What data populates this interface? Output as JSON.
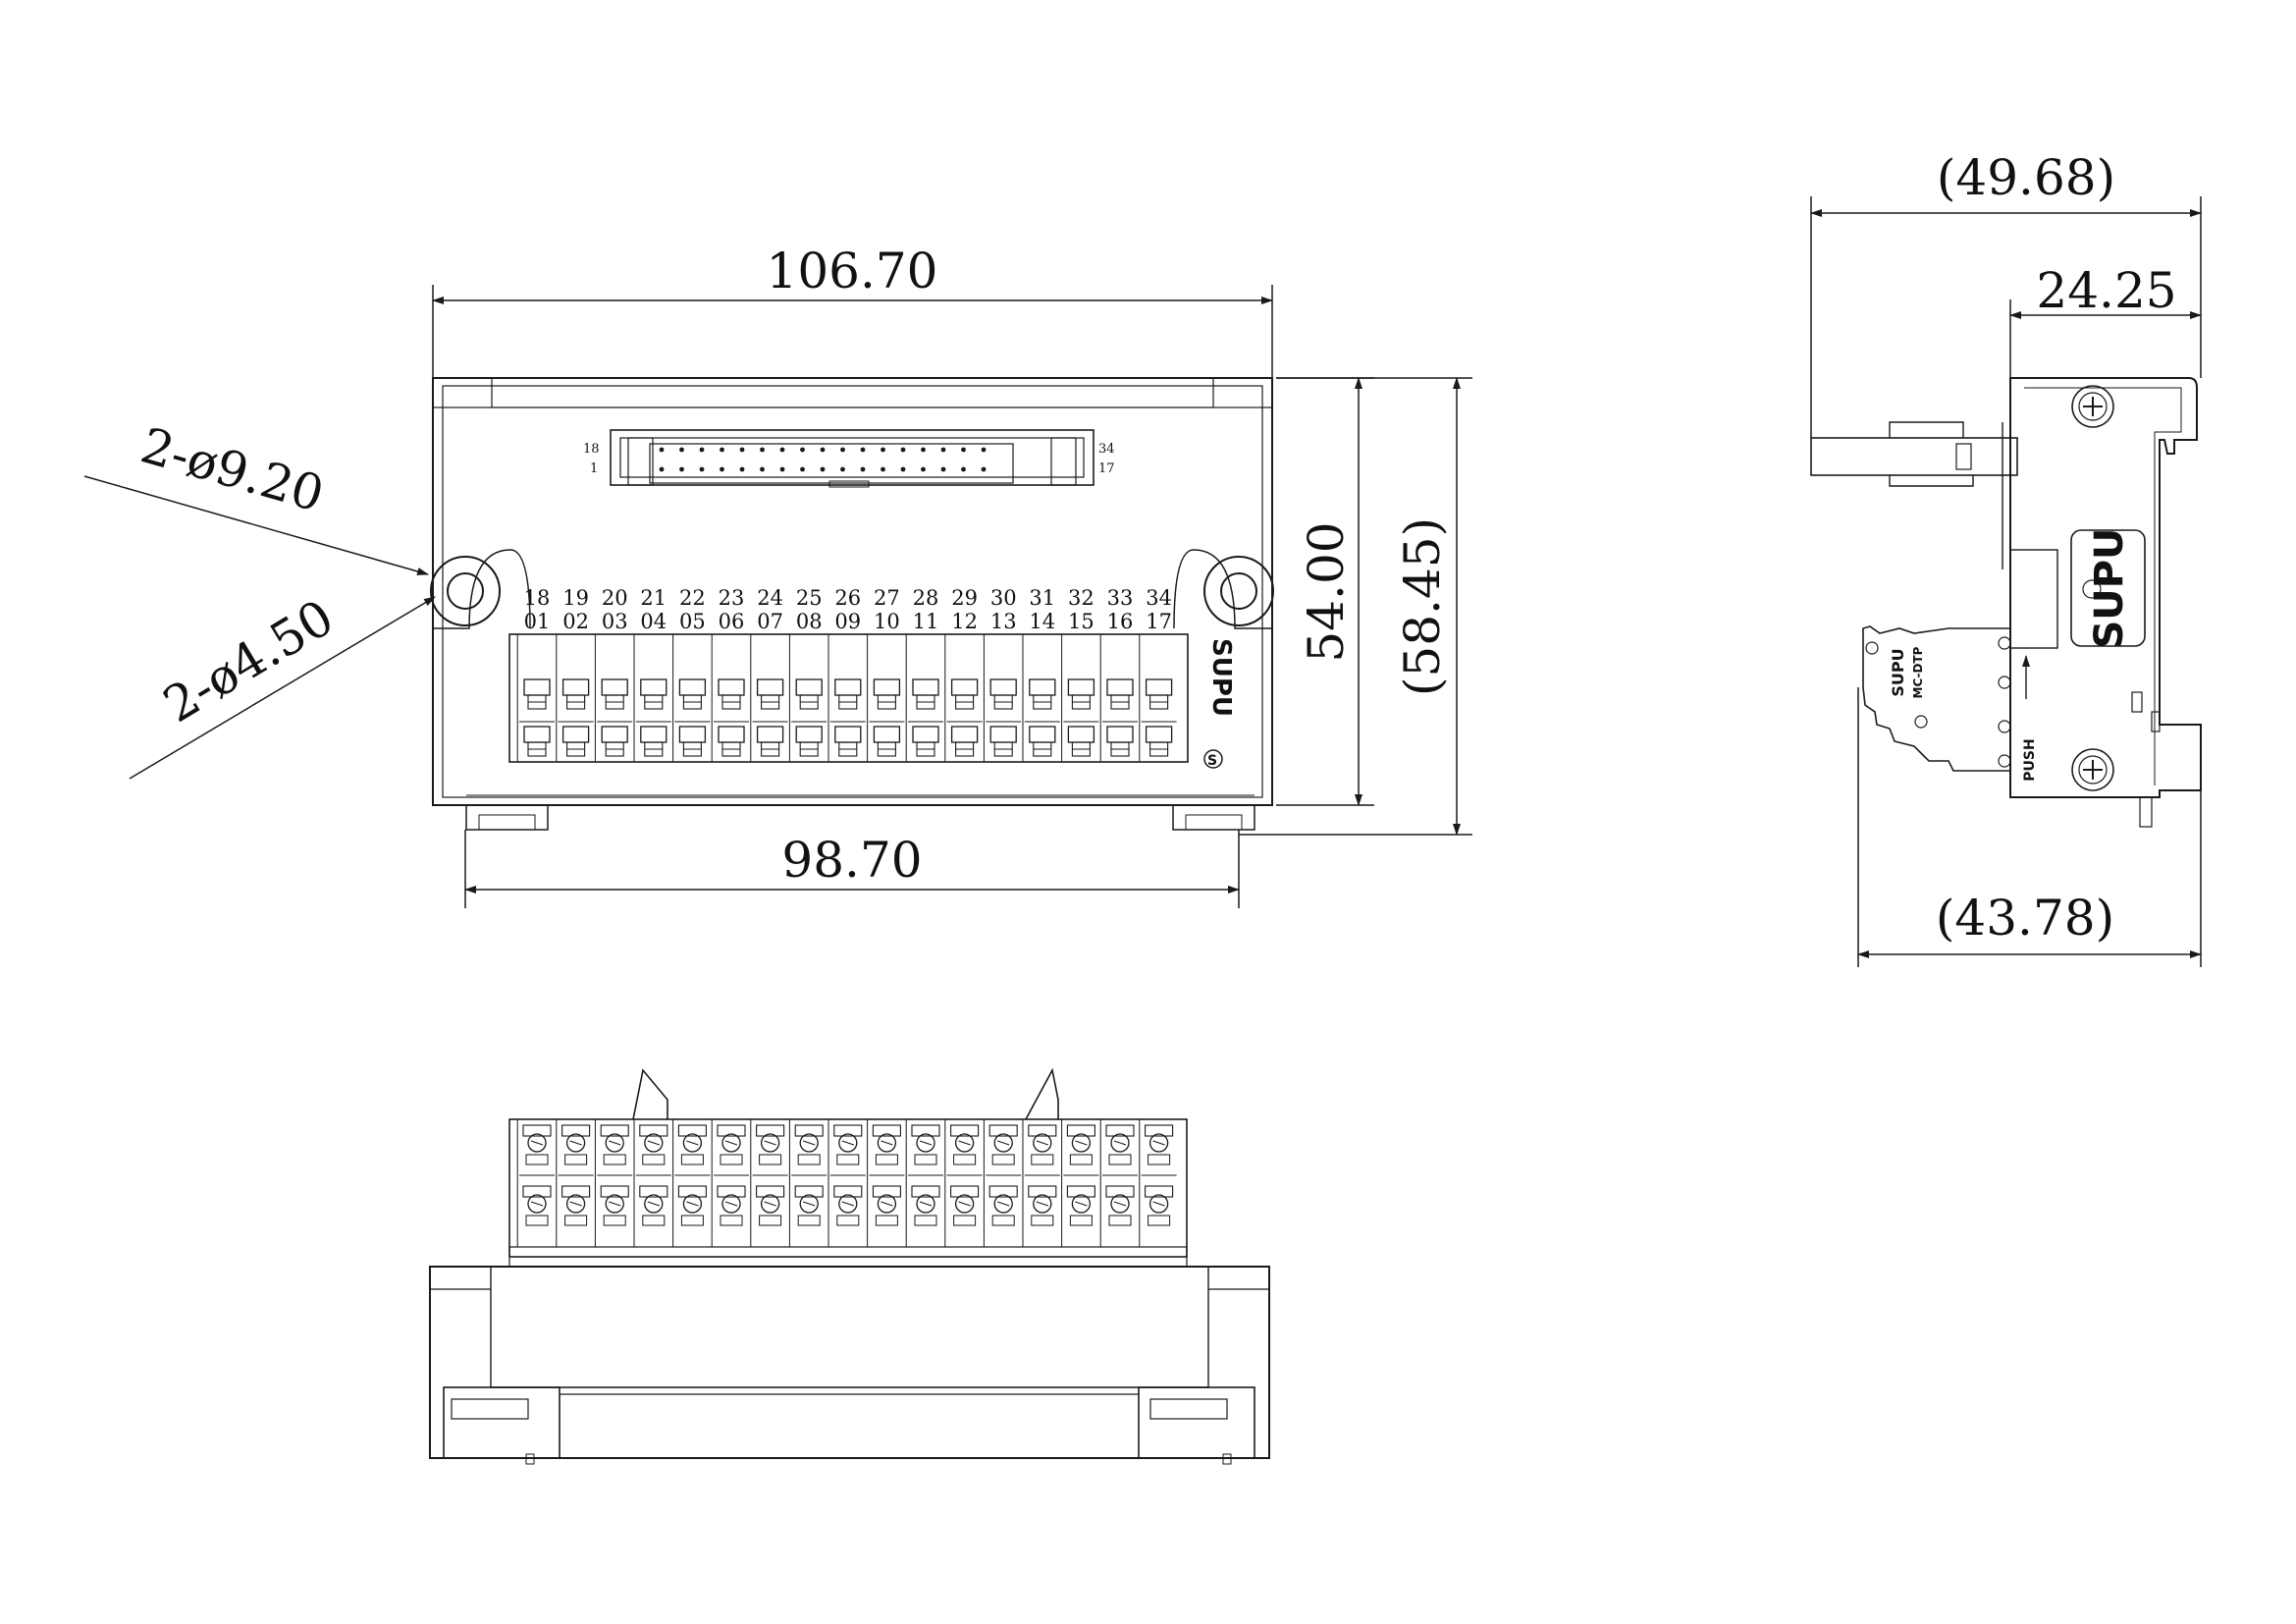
{
  "dimensions": {
    "overall_width": "106.70",
    "mount_spacing": "98.70",
    "body_height": "54.00",
    "overall_height": "(58.45)",
    "hole_large": "2-ø9.20",
    "hole_small": "2-ø4.50",
    "side_overall": "(49.68)",
    "side_body": "24.25",
    "side_base": "(43.78)"
  },
  "pins": {
    "top_row": [
      "18",
      "19",
      "20",
      "21",
      "22",
      "23",
      "24",
      "25",
      "26",
      "27",
      "28",
      "29",
      "30",
      "31",
      "32",
      "33",
      "34"
    ],
    "bottom_row": [
      "01",
      "02",
      "03",
      "04",
      "05",
      "06",
      "07",
      "08",
      "09",
      "10",
      "11",
      "12",
      "13",
      "14",
      "15",
      "16",
      "17"
    ]
  },
  "connector": {
    "left_top": "18",
    "left_bottom": "1",
    "right_top": "34",
    "right_bottom": "17"
  },
  "branding": {
    "logo_text": "SUPU",
    "model": "MC-DTP",
    "push_label": "PUSH"
  },
  "colors": {
    "line": "#1a1a1a",
    "background": "#ffffff"
  }
}
